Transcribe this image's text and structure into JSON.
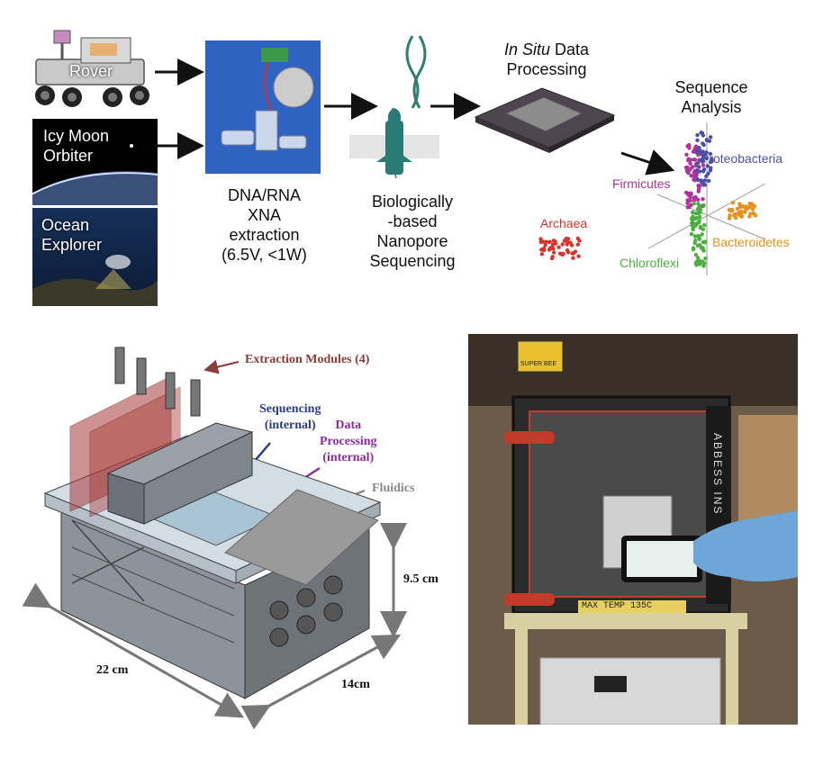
{
  "sources": {
    "rover": "Rover",
    "orbiter": "Icy Moon\nOrbiter",
    "explorer": "Ocean\nExplorer"
  },
  "pipeline": {
    "extraction": "DNA/RNA\nXNA\nextraction\n(6.5V, <1W)",
    "sequencing": "Biologically\n-based\nNanopore\nSequencing",
    "processing_italic": "In Situ",
    "processing_rest": " Data\nProcessing",
    "analysis": "Sequence\nAnalysis"
  },
  "taxa": {
    "proteobacteria": "Proteobacteria",
    "firmicutes": "Firmicutes",
    "archaea": "Archaea",
    "bacteroidetes": "Bacteroidetes",
    "chloroflexi": "Chloroflexi"
  },
  "cad": {
    "extraction_modules": "Extraction Modules (4)",
    "sequencing": "Sequencing\n(internal)",
    "data_processing": "Data\nProcessing\n(internal)",
    "fluidics": "Fluidics",
    "height": "9.5 cm",
    "length": "22 cm",
    "width": "14cm"
  },
  "photo": {
    "brand": "ABBESS INS",
    "max_temp": "MAX TEMP 135C",
    "gauge": "SUPER BEE"
  },
  "colors": {
    "proteobacteria": "#4b4fa6",
    "firmicutes": "#b0339a",
    "archaea": "#d7332d",
    "bacteroidetes": "#e8901e",
    "chloroflexi": "#4caf3d",
    "extraction_label": "#8c3a3a",
    "sequencing_label": "#2d3a8c",
    "processing_label": "#8e2a9a",
    "fluidics_label": "#888888"
  }
}
